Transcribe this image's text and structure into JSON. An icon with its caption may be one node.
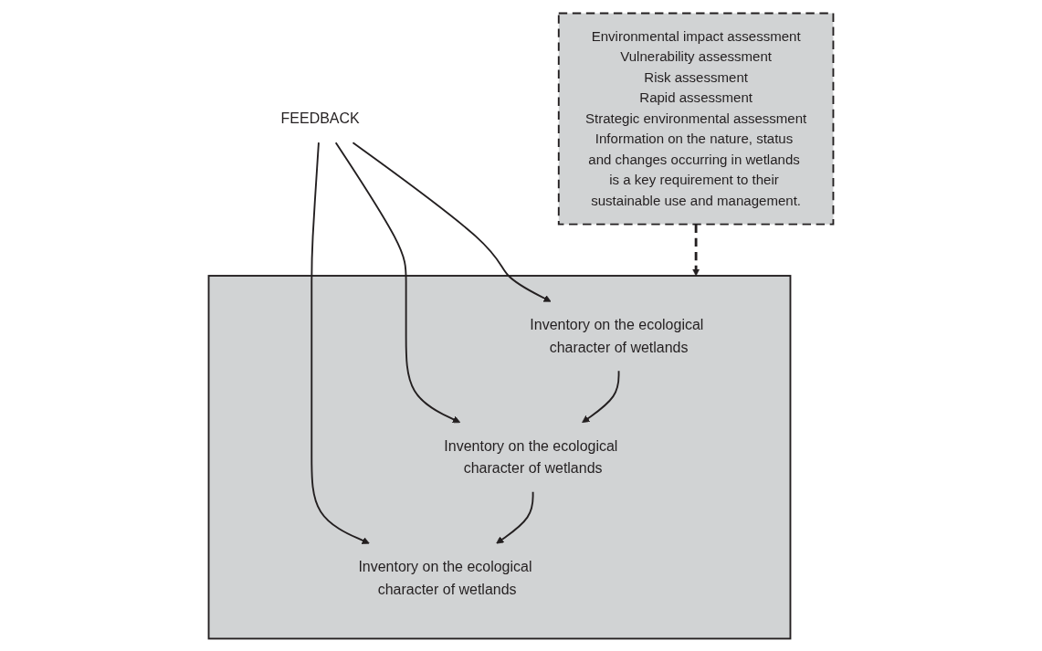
{
  "diagram": {
    "nodes": [
      {
        "text": [
          "FEEDBACK"
        ]
      },
      {
        "text": [],
        "shape": "box"
      },
      {
        "text": [
          "Inventory on the ecological character of wetlands"
        ],
        "in": 1
      },
      {
        "text": [
          "Inventory on the ecological character of wetlands"
        ],
        "in": 1
      },
      {
        "text": [
          "Inventory on the ecological character of wetlands"
        ],
        "in": 1
      },
      {
        "text": [
          "Environmental impact assessment",
          "Vulnerability assessment",
          "Risk assessment",
          "Rapid assessment",
          "Strategic environmental assessment",
          "Information on the nature, status and changes occurring in wetlands is a key requirement to their sustainable use and management."
        ]
      }
    ],
    "edges": [
      {
        "from": 0,
        "to": 2,
        "arrow": "to"
      },
      {
        "from": 0,
        "to": 3,
        "arrow": "to"
      },
      {
        "from": 0,
        "to": 4,
        "arrow": "to"
      },
      {
        "from": 2,
        "to": 3,
        "arrow": "to"
      },
      {
        "from": 3,
        "to": 4,
        "arrow": "to"
      },
      {
        "from": 5,
        "to": 1,
        "arrow": "to",
        "style": "dashed"
      }
    ]
  }
}
